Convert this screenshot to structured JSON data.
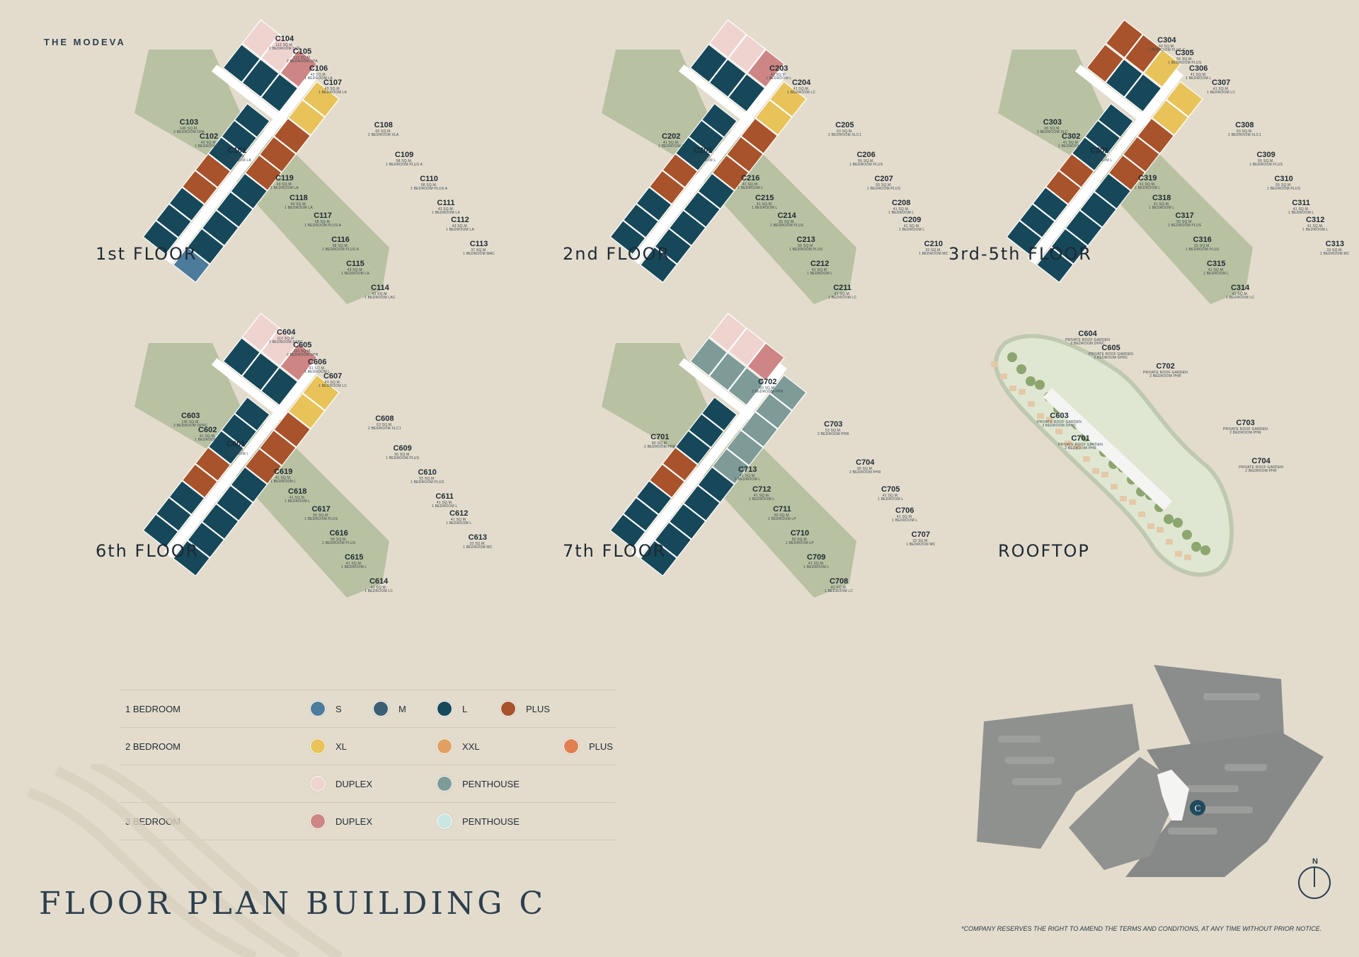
{
  "brand": "THE MODEVA",
  "main_title": "FLOOR PLAN BUILDING C",
  "disclaimer": "*COMPANY RESERVES THE RIGHT TO AMEND THE TERMS AND CONDITIONS, AT ANY TIME WITHOUT PRIOR NOTICE.",
  "colors": {
    "s": "#4d7b9c",
    "m": "#3c5f74",
    "l": "#16485a",
    "plus1": "#a8532b",
    "xl": "#e8c35a",
    "xxl": "#e0a160",
    "plus2": "#e08050",
    "duplex2": "#efd3cf",
    "penthouse2": "#7e9b97",
    "duplex3": "#cd8684",
    "penthouse3": "#c9e6e2",
    "green": "#a9b892",
    "corridor": "#ffffff"
  },
  "floors": [
    {
      "title": "1st FLOOR",
      "units": [
        {
          "id": "C104",
          "size": "113 SQ.M.",
          "type": "2 BEDROOM DPA"
        },
        {
          "id": "C105",
          "size": "113 SQ.M.",
          "type": "2 BEDROOM DPA"
        },
        {
          "id": "C106",
          "size": "43 SQ.M.",
          "type": "1 BEDROOM LA"
        },
        {
          "id": "C107",
          "size": "43 SQ.M.",
          "type": "1 BEDROOM LA"
        },
        {
          "id": "C103",
          "size": "146 SQ.M.",
          "type": "3 BEDROOM DPA"
        },
        {
          "id": "C102",
          "size": "43 SQ.M.",
          "type": "1 BEDROOM LA"
        },
        {
          "id": "C101",
          "size": "43 SQ.M.",
          "type": "1 BEDROOM LA"
        },
        {
          "id": "C108",
          "size": "65 SQ.M.",
          "type": "2 BEDROOM XLA"
        },
        {
          "id": "C109",
          "size": "58 SQ.M.",
          "type": "1 BEDROOM PLUS A"
        },
        {
          "id": "C110",
          "size": "58 SQ.M.",
          "type": "1 BEDROOM PLUS A"
        },
        {
          "id": "C111",
          "size": "43 SQ.M.",
          "type": "1 BEDROOM LA"
        },
        {
          "id": "C112",
          "size": "43 SQ.M.",
          "type": "1 BEDROOM LA"
        },
        {
          "id": "C113",
          "size": "37 SQ.M.",
          "type": "1 BEDROOM MAC"
        },
        {
          "id": "C119",
          "size": "43 SQ.M.",
          "type": "1 BEDROOM LA"
        },
        {
          "id": "C118",
          "size": "43 SQ.M.",
          "type": "1 BEDROOM LA"
        },
        {
          "id": "C117",
          "size": "58 SQ.M.",
          "type": "1 BEDROOM PLUS A"
        },
        {
          "id": "C116",
          "size": "58 SQ.M.",
          "type": "1 BEDROOM PLUS A"
        },
        {
          "id": "C115",
          "size": "43 SQ.M.",
          "type": "1 BEDROOM LA"
        },
        {
          "id": "C114",
          "size": "43 SQ.M.",
          "type": "1 BEDROOM LAC"
        }
      ]
    },
    {
      "title": "2nd FLOOR",
      "units": [
        {
          "id": "C203",
          "size": "41 SQ.M.",
          "type": "1 BEDROOM L"
        },
        {
          "id": "C204",
          "size": "41 SQ.M.",
          "type": "1 BEDROOM LC"
        },
        {
          "id": "C202",
          "size": "41 SQ.M.",
          "type": "1 BEDROOM L"
        },
        {
          "id": "C201",
          "size": "41 SQ.M.",
          "type": "1 BEDROOM L"
        },
        {
          "id": "C205",
          "size": "63 SQ.M.",
          "type": "2 BEDROOM XLC1"
        },
        {
          "id": "C206",
          "size": "55 SQ.M.",
          "type": "1 BEDROOM PLUS"
        },
        {
          "id": "C207",
          "size": "55 SQ.M.",
          "type": "1 BEDROOM PLUS"
        },
        {
          "id": "C208",
          "size": "41 SQ.M.",
          "type": "1 BEDROOM L"
        },
        {
          "id": "C209",
          "size": "41 SQ.M.",
          "type": "1 BEDROOM L"
        },
        {
          "id": "C210",
          "size": "33 SQ.M.",
          "type": "1 BEDROOM MC"
        },
        {
          "id": "C216",
          "size": "41 SQ.M.",
          "type": "1 BEDROOM L"
        },
        {
          "id": "C215",
          "size": "41 SQ.M.",
          "type": "1 BEDROOM L"
        },
        {
          "id": "C214",
          "size": "55 SQ.M.",
          "type": "1 BEDROOM PLUS"
        },
        {
          "id": "C213",
          "size": "55 SQ.M.",
          "type": "1 BEDROOM PLUS"
        },
        {
          "id": "C212",
          "size": "41 SQ.M.",
          "type": "1 BEDROOM L"
        },
        {
          "id": "C211",
          "size": "41 SQ.M.",
          "type": "1 BEDROOM LC"
        }
      ]
    },
    {
      "title": "3rd-5th FLOOR",
      "units": [
        {
          "id": "C304",
          "size": "60 SQ.M.",
          "type": "1 BEDROOM PLUS C"
        },
        {
          "id": "C305",
          "size": "55 SQ.M.",
          "type": "1 BEDROOM PLUS"
        },
        {
          "id": "C306",
          "size": "41 SQ.M.",
          "type": "1 BEDROOM L"
        },
        {
          "id": "C307",
          "size": "41 SQ.M.",
          "type": "1 BEDROOM LC"
        },
        {
          "id": "C303",
          "size": "65 SQ.M.",
          "type": "2 BEDROOM XLC"
        },
        {
          "id": "C302",
          "size": "41 SQ.M.",
          "type": "1 BEDROOM L"
        },
        {
          "id": "C301",
          "size": "41 SQ.M.",
          "type": "1 BEDROOM L"
        },
        {
          "id": "C308",
          "size": "63 SQ.M.",
          "type": "2 BEDROOM XLC1"
        },
        {
          "id": "C309",
          "size": "55 SQ.M.",
          "type": "1 BEDROOM PLUS"
        },
        {
          "id": "C310",
          "size": "55 SQ.M.",
          "type": "1 BEDROOM PLUS"
        },
        {
          "id": "C311",
          "size": "41 SQ.M.",
          "type": "1 BEDROOM L"
        },
        {
          "id": "C312",
          "size": "41 SQ.M.",
          "type": "1 BEDROOM L"
        },
        {
          "id": "C313",
          "size": "33 SQ.M.",
          "type": "1 BEDROOM MC"
        },
        {
          "id": "C319",
          "size": "41 SQ.M.",
          "type": "1 BEDROOM L"
        },
        {
          "id": "C318",
          "size": "41 SQ.M.",
          "type": "1 BEDROOM L"
        },
        {
          "id": "C317",
          "size": "55 SQ.M.",
          "type": "1 BEDROOM PLUS"
        },
        {
          "id": "C316",
          "size": "55 SQ.M.",
          "type": "1 BEDROOM PLUS"
        },
        {
          "id": "C315",
          "size": "41 SQ.M.",
          "type": "1 BEDROOM L"
        },
        {
          "id": "C314",
          "size": "41 SQ.M.",
          "type": "1 BEDROOM LC"
        }
      ]
    },
    {
      "title": "6th FLOOR",
      "units": [
        {
          "id": "C604",
          "size": "112 SQ.M.",
          "type": "2 BEDROOM DPRC"
        },
        {
          "id": "C605",
          "size": "110 SQ.M.",
          "type": "2 BEDROOM DPR"
        },
        {
          "id": "C606",
          "size": "41 SQ.M.",
          "type": "1 BEDROOM L"
        },
        {
          "id": "C607",
          "size": "41 SQ.M.",
          "type": "1 BEDROOM LC"
        },
        {
          "id": "C603",
          "size": "146 SQ.M.",
          "type": "3 BEDROOM DPRC"
        },
        {
          "id": "C602",
          "size": "41 SQ.M.",
          "type": "1 BEDROOM L"
        },
        {
          "id": "C601",
          "size": "41 SQ.M.",
          "type": "1 BEDROOM L"
        },
        {
          "id": "C608",
          "size": "63 SQ.M.",
          "type": "2 BEDROOM XLC1"
        },
        {
          "id": "C609",
          "size": "55 SQ.M.",
          "type": "1 BEDROOM PLUS"
        },
        {
          "id": "C610",
          "size": "55 SQ.M.",
          "type": "1 BEDROOM PLUS"
        },
        {
          "id": "C611",
          "size": "41 SQ.M.",
          "type": "1 BEDROOM L"
        },
        {
          "id": "C612",
          "size": "41 SQ.M.",
          "type": "1 BEDROOM L"
        },
        {
          "id": "C613",
          "size": "33 SQ.M.",
          "type": "1 BEDROOM MC"
        },
        {
          "id": "C619",
          "size": "41 SQ.M.",
          "type": "1 BEDROOM L"
        },
        {
          "id": "C618",
          "size": "41 SQ.M.",
          "type": "1 BEDROOM L"
        },
        {
          "id": "C617",
          "size": "55 SQ.M.",
          "type": "1 BEDROOM PLUS"
        },
        {
          "id": "C616",
          "size": "55 SQ.M.",
          "type": "1 BEDROOM PLUS"
        },
        {
          "id": "C615",
          "size": "41 SQ.M.",
          "type": "1 BEDROOM L"
        },
        {
          "id": "C614",
          "size": "41 SQ.M.",
          "type": "1 BEDROOM LC"
        }
      ]
    },
    {
      "title": "7th FLOOR",
      "units": [
        {
          "id": "C702",
          "size": "80 SQ.M.",
          "type": "2 BEDROOM PHR"
        },
        {
          "id": "C701",
          "size": "80 SQ.M.",
          "type": "2 BEDROOM PHR"
        },
        {
          "id": "C703",
          "size": "53 SQ.M.",
          "type": "2 BEDROOM PHR"
        },
        {
          "id": "C704",
          "size": "96 SQ.M.",
          "type": "2 BEDROOM PHR"
        },
        {
          "id": "C705",
          "size": "41 SQ.M.",
          "type": "1 BEDROOM L"
        },
        {
          "id": "C706",
          "size": "41 SQ.M.",
          "type": "1 BEDROOM L"
        },
        {
          "id": "C707",
          "size": "33 SQ.M.",
          "type": "1 BEDROOM MC"
        },
        {
          "id": "C713",
          "size": "41 SQ.M.",
          "type": "1 BEDROOM L"
        },
        {
          "id": "C712",
          "size": "41 SQ.M.",
          "type": "1 BEDROOM L"
        },
        {
          "id": "C711",
          "size": "50 SQ.M.",
          "type": "1 BEDROOM LP"
        },
        {
          "id": "C710",
          "size": "50 SQ.M.",
          "type": "1 BEDROOM LP"
        },
        {
          "id": "C709",
          "size": "41 SQ.M.",
          "type": "1 BEDROOM L"
        },
        {
          "id": "C708",
          "size": "41 SQ.M.",
          "type": "1 BEDROOM LC"
        }
      ]
    },
    {
      "title": "ROOFTOP",
      "units": [
        {
          "id": "C604",
          "size": "PRIVATE ROOF GARDEN",
          "type": "2 BEDROOM DPRC"
        },
        {
          "id": "C605",
          "size": "PRIVATE ROOF GARDEN",
          "type": "2 BEDROOM DPRC"
        },
        {
          "id": "C702",
          "size": "PRIVATE ROOF GARDEN",
          "type": "2 BEDROOM PHR"
        },
        {
          "id": "C603",
          "size": "PRIVATE ROOF GARDEN",
          "type": "3 BEDROOM DPRC"
        },
        {
          "id": "C701",
          "size": "PRIVATE ROOF GARDEN",
          "type": "2 BEDROOM PHR"
        },
        {
          "id": "C703",
          "size": "PRIVATE ROOF GARDEN",
          "type": "2 BEDROOM PHR"
        },
        {
          "id": "C704",
          "size": "PRIVATE ROOF GARDEN",
          "type": "2 BEDROOM PHR"
        }
      ]
    }
  ],
  "legend": [
    {
      "category": "1 BEDROOM",
      "items": [
        {
          "label": "S",
          "color": "#4d7b9c"
        },
        {
          "label": "M",
          "color": "#3c5f74"
        },
        {
          "label": "L",
          "color": "#16485a"
        },
        {
          "label": "PLUS",
          "color": "#a8532b"
        }
      ]
    },
    {
      "category": "2 BEDROOM",
      "items": [
        {
          "label": "XL",
          "color": "#e8c35a"
        },
        {
          "label": "XXL",
          "color": "#e0a160"
        },
        {
          "label": "PLUS",
          "color": "#e08050"
        }
      ]
    },
    {
      "category": "",
      "items": [
        {
          "label": "DUPLEX",
          "color": "#efd3cf"
        },
        {
          "label": "PENTHOUSE",
          "color": "#7e9b97"
        }
      ]
    },
    {
      "category": "3 BEDROOM",
      "items": [
        {
          "label": "DUPLEX",
          "color": "#cd8684"
        },
        {
          "label": "PENTHOUSE",
          "color": "#c9e6e2"
        }
      ]
    }
  ],
  "site_map": {
    "building_marker": "C",
    "north_label": "N"
  }
}
